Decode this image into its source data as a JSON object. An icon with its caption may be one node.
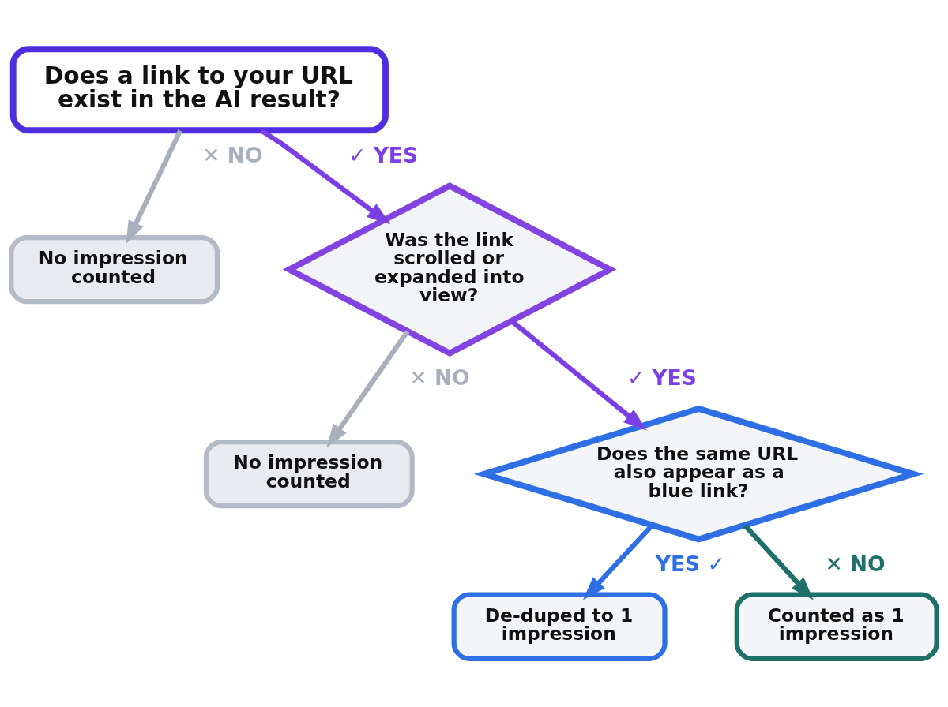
{
  "diagram": {
    "nodes": [
      {
        "text": [
          "Does a link to your URL exist in the AI result?"
        ]
      },
      {
        "text": [
          "No impression counted"
        ]
      },
      {
        "text": [
          "Was the link scrolled or expanded into view?"
        ]
      },
      {
        "text": [
          "No impression counted"
        ]
      },
      {
        "text": [
          "Does the same URL also appear as a blue link?"
        ]
      },
      {
        "text": [
          "De-duped to 1 impression"
        ]
      },
      {
        "text": [
          "Counted as 1 impression"
        ]
      }
    ],
    "edges": [
      {
        "from": 0,
        "to": 1,
        "arrow": "to",
        "label": "✕ NO",
        "color": "#a9b0bd"
      },
      {
        "from": 0,
        "to": 2,
        "arrow": "to",
        "label": "✓ YES",
        "color": "#7b3fe4"
      },
      {
        "from": 2,
        "to": 3,
        "arrow": "to",
        "label": "✕ NO",
        "color": "#a9b0bd"
      },
      {
        "from": 2,
        "to": 4,
        "arrow": "to",
        "label": "✓ YES",
        "color": "#7b3fe4"
      },
      {
        "from": 4,
        "to": 5,
        "arrow": "to",
        "label": "YES ✓",
        "color": "#2f6fe6"
      },
      {
        "from": 4,
        "to": 6,
        "arrow": "to",
        "label": "✕ NO",
        "color": "#1f6f6a"
      }
    ]
  }
}
